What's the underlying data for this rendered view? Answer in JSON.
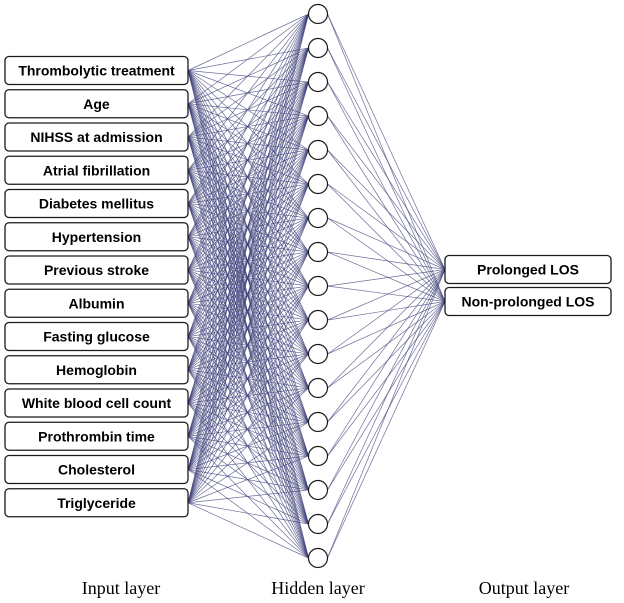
{
  "input_layer": {
    "label": "Input layer",
    "nodes": [
      "Thrombolytic treatment",
      "Age",
      "NIHSS at admission",
      "Atrial fibrillation",
      "Diabetes mellitus",
      "Hypertension",
      "Previous stroke",
      "Albumin",
      "Fasting glucose",
      "Hemoglobin",
      "White blood cell count",
      "Prothrombin time",
      "Cholesterol",
      "Triglyceride"
    ]
  },
  "hidden_layer": {
    "label": "Hidden layer",
    "node_count": 17
  },
  "output_layer": {
    "label": "Output layer",
    "nodes": [
      "Prolonged LOS",
      "Non-prolonged LOS"
    ]
  },
  "colors": {
    "edge": "#3c3f78",
    "node_stroke": "#1a1a1a"
  }
}
